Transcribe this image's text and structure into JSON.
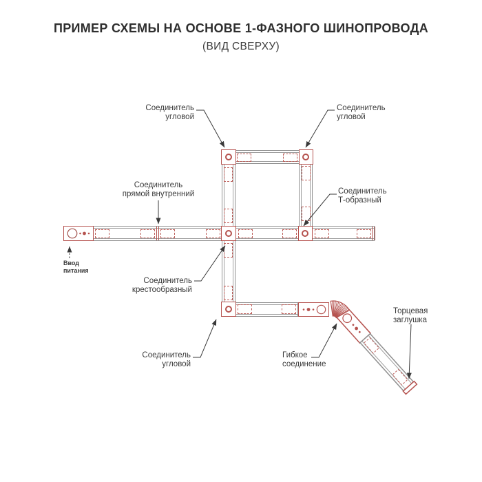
{
  "header": {
    "title": "ПРИМЕР СХЕМЫ НА ОСНОВЕ 1-ФАЗНОГО ШИНОПРОВОДА",
    "subtitle": "(ВИД СВЕРХУ)"
  },
  "labels": {
    "corner_top_left": {
      "line1": "Соединитель",
      "line2": "угловой"
    },
    "corner_top_right": {
      "line1": "Соединитель",
      "line2": "угловой"
    },
    "straight_internal": {
      "line1": "Соединитель",
      "line2": "прямой внутренний"
    },
    "t_shaped": {
      "line1": "Соединитель",
      "line2": "Т-образный"
    },
    "cross": {
      "line1": "Соединитель",
      "line2": "крестообразный"
    },
    "corner_bottom": {
      "line1": "Соединитель",
      "line2": "угловой"
    },
    "flexible": {
      "line1": "Гибкое",
      "line2": "соединение"
    },
    "end_cap": {
      "line1": "Торцевая",
      "line2": "заглушка"
    },
    "power_input": {
      "line1": "Ввод",
      "line2": "питания"
    }
  },
  "colors": {
    "accent_red": "#b5524e",
    "track_gray": "#8f8f8f",
    "text": "#3a3a3a",
    "background": "#ffffff"
  }
}
